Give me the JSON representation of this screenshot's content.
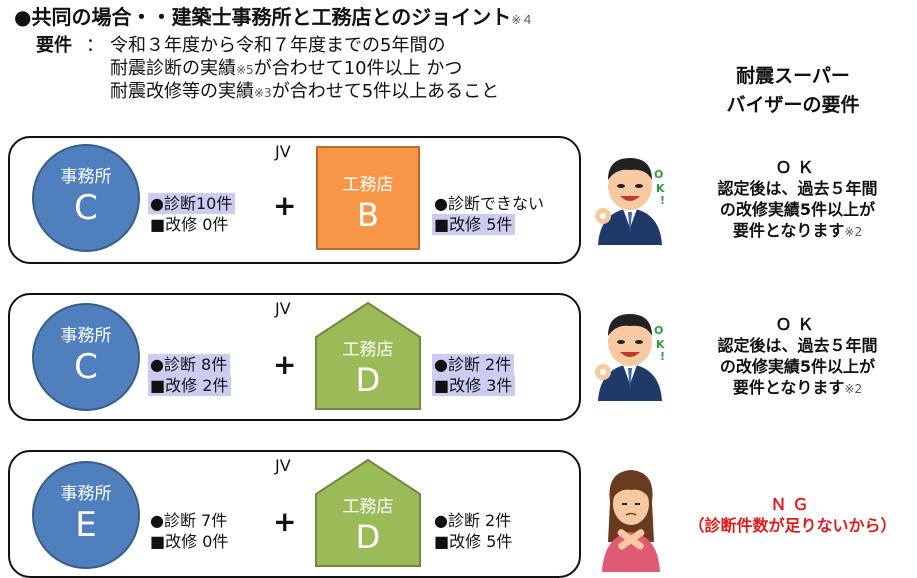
{
  "header": {
    "title": "●共同の場合・・建築士事務所と工務店とのジョイント",
    "title_note": "※４",
    "req_label": "要件",
    "req_colon": "：",
    "req_lines": [
      {
        "text": "令和３年度から令和７年度までの5年間の",
        "note": ""
      },
      {
        "text": "耐震診断の実績",
        "note": "※5",
        "text2": "が合わせて10件以上 かつ"
      },
      {
        "text": "耐震改修等の実績",
        "note": "※3",
        "text2": "が合わせて5件以上あること"
      }
    ]
  },
  "side_title": [
    "耐震スーパー",
    "バイザーの要件"
  ],
  "rows": [
    {
      "jv": "JV",
      "office": {
        "label": "事務所",
        "letter": "C"
      },
      "office_stats": [
        "●診断10件",
        "■改修 0件"
      ],
      "plus": "+",
      "shop": {
        "label": "工務店",
        "letter": "B",
        "shape": "square",
        "color": "#f79646"
      },
      "shop_stats": [
        "●診断できない",
        "■改修 5件"
      ],
      "verdict": {
        "head": "ＯＫ",
        "lines": [
          "認定後は、過去５年間",
          "の改修実績5件以上が",
          "要件となります"
        ],
        "note": "※2",
        "status": "ok"
      }
    },
    {
      "jv": "JV",
      "office": {
        "label": "事務所",
        "letter": "C"
      },
      "office_stats": [
        "●診断 8件",
        "■改修 2件"
      ],
      "plus": "+",
      "shop": {
        "label": "工務店",
        "letter": "D",
        "shape": "house",
        "color": "#9bbb59"
      },
      "shop_stats": [
        "●診断 2件",
        "■改修 3件"
      ],
      "verdict": {
        "head": "ＯＫ",
        "lines": [
          "認定後は、過去５年間",
          "の改修実績5件以上が",
          "要件となります"
        ],
        "note": "※2",
        "status": "ok"
      }
    },
    {
      "jv": "JV",
      "office": {
        "label": "事務所",
        "letter": "E"
      },
      "office_stats": [
        "●診断 7件",
        "■改修 0件"
      ],
      "plus": "+",
      "shop": {
        "label": "工務店",
        "letter": "D",
        "shape": "house",
        "color": "#9bbb59"
      },
      "shop_stats": [
        "●診断 2件",
        "■改修 5件"
      ],
      "verdict": {
        "head": "ＮＧ",
        "lines": [
          "（診断件数が足りないから）"
        ],
        "note": "",
        "status": "ng"
      }
    }
  ],
  "colors": {
    "office_blue": "#4f80bd",
    "shop_orange": "#f79646",
    "shop_green": "#9bbb59",
    "highlight": "#ccccf2",
    "ng_red": "#e11b1b"
  },
  "icons": {
    "ok_person": "man-ok-gesture-icon",
    "ng_person": "woman-x-gesture-icon"
  }
}
